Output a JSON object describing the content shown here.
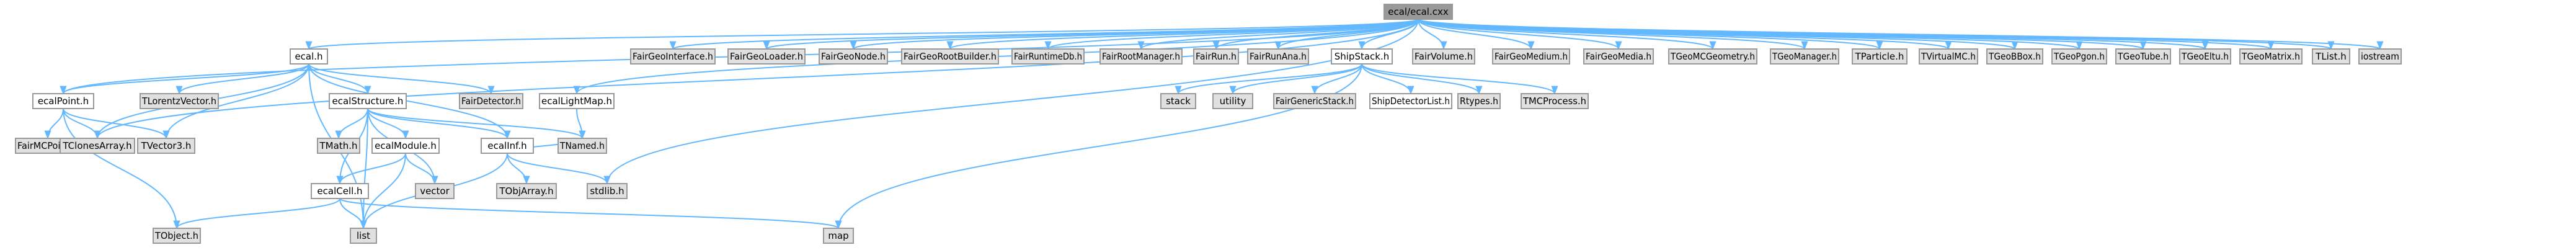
{
  "diagram": {
    "type": "include-dependency-graph",
    "colors": {
      "edge": "#63B8FF",
      "node_border": "#999999",
      "root_fill": "#999999",
      "doc_fill": "#ffffff",
      "external_fill": "#e0e0e0",
      "highlight_border": "#ff0000"
    },
    "nodes": [
      {
        "id": "root",
        "label": "ecal/ecal.cxx",
        "style": "root"
      },
      {
        "id": "ecal_h",
        "label": "ecal.h",
        "style": "doc"
      },
      {
        "id": "ecalPoint_h",
        "label": "ecalPoint.h",
        "style": "doc"
      },
      {
        "id": "FairMCPoint",
        "label": "FairMCPoint.h",
        "style": "external"
      },
      {
        "id": "TClonesArray",
        "label": "TClonesArray.h",
        "style": "external"
      },
      {
        "id": "TVector3",
        "label": "TVector3.h",
        "style": "external"
      },
      {
        "id": "TObject",
        "label": "TObject.h",
        "style": "external"
      },
      {
        "id": "TLorentzVector",
        "label": "TLorentzVector.h",
        "style": "external"
      },
      {
        "id": "ecalStructure_h",
        "label": "ecalStructure.h",
        "style": "doc"
      },
      {
        "id": "TMath",
        "label": "TMath.h",
        "style": "external"
      },
      {
        "id": "ecalModule_h",
        "label": "ecalModule.h",
        "style": "doc"
      },
      {
        "id": "ecalCell_h",
        "label": "ecalCell.h",
        "style": "highlight"
      },
      {
        "id": "list",
        "label": "list",
        "style": "external"
      },
      {
        "id": "vector",
        "label": "vector",
        "style": "external"
      },
      {
        "id": "ecalInf_h",
        "label": "ecalInf.h",
        "style": "highlight"
      },
      {
        "id": "TObjArray",
        "label": "TObjArray.h",
        "style": "external"
      },
      {
        "id": "TNamed",
        "label": "TNamed.h",
        "style": "external"
      },
      {
        "id": "FairDetector",
        "label": "FairDetector.h",
        "style": "external"
      },
      {
        "id": "ecalLightMap_h",
        "label": "ecalLightMap.h",
        "style": "doc"
      },
      {
        "id": "stdlib",
        "label": "stdlib.h",
        "style": "external"
      },
      {
        "id": "map",
        "label": "map",
        "style": "external"
      },
      {
        "id": "FairGeoInterface",
        "label": "FairGeoInterface.h",
        "style": "external"
      },
      {
        "id": "FairGeoLoader",
        "label": "FairGeoLoader.h",
        "style": "external"
      },
      {
        "id": "FairGeoNode",
        "label": "FairGeoNode.h",
        "style": "external"
      },
      {
        "id": "FairGeoRootBuilder",
        "label": "FairGeoRootBuilder.h",
        "style": "external"
      },
      {
        "id": "FairRuntimeDb",
        "label": "FairRuntimeDb.h",
        "style": "external"
      },
      {
        "id": "FairRootManager",
        "label": "FairRootManager.h",
        "style": "external"
      },
      {
        "id": "FairRun",
        "label": "FairRun.h",
        "style": "external"
      },
      {
        "id": "FairRunAna",
        "label": "FairRunAna.h",
        "style": "external"
      },
      {
        "id": "ShipStack_h",
        "label": "ShipStack.h",
        "style": "doc"
      },
      {
        "id": "stack",
        "label": "stack",
        "style": "external"
      },
      {
        "id": "utility",
        "label": "utility",
        "style": "external"
      },
      {
        "id": "FairGenericStack",
        "label": "FairGenericStack.h",
        "style": "external"
      },
      {
        "id": "ShipDetectorList",
        "label": "ShipDetectorList.h",
        "style": "doc"
      },
      {
        "id": "Rtypes",
        "label": "Rtypes.h",
        "style": "external"
      },
      {
        "id": "TMCProcess",
        "label": "TMCProcess.h",
        "style": "external"
      },
      {
        "id": "FairVolume",
        "label": "FairVolume.h",
        "style": "external"
      },
      {
        "id": "FairGeoMedium",
        "label": "FairGeoMedium.h",
        "style": "external"
      },
      {
        "id": "FairGeoMedia",
        "label": "FairGeoMedia.h",
        "style": "external"
      },
      {
        "id": "TGeoMCGeometry",
        "label": "TGeoMCGeometry.h",
        "style": "external"
      },
      {
        "id": "TGeoManager",
        "label": "TGeoManager.h",
        "style": "external"
      },
      {
        "id": "TParticle",
        "label": "TParticle.h",
        "style": "external"
      },
      {
        "id": "TVirtualMC",
        "label": "TVirtualMC.h",
        "style": "external"
      },
      {
        "id": "TGeoBBox",
        "label": "TGeoBBox.h",
        "style": "external"
      },
      {
        "id": "TGeoPgon",
        "label": "TGeoPgon.h",
        "style": "external"
      },
      {
        "id": "TGeoTube",
        "label": "TGeoTube.h",
        "style": "external"
      },
      {
        "id": "TGeoEltu",
        "label": "TGeoEltu.h",
        "style": "external"
      },
      {
        "id": "TGeoMatrix",
        "label": "TGeoMatrix.h",
        "style": "external"
      },
      {
        "id": "TList",
        "label": "TList.h",
        "style": "external"
      },
      {
        "id": "iostream",
        "label": "iostream",
        "style": "external"
      }
    ],
    "edges": [
      [
        "root",
        "ecal_h"
      ],
      [
        "root",
        "ecalPoint_h"
      ],
      [
        "root",
        "TClonesArray"
      ],
      [
        "root",
        "ecalLightMap_h"
      ],
      [
        "root",
        "stdlib"
      ],
      [
        "root",
        "FairGeoInterface"
      ],
      [
        "root",
        "FairGeoLoader"
      ],
      [
        "root",
        "FairGeoNode"
      ],
      [
        "root",
        "FairGeoRootBuilder"
      ],
      [
        "root",
        "FairRuntimeDb"
      ],
      [
        "root",
        "FairRootManager"
      ],
      [
        "root",
        "FairRun"
      ],
      [
        "root",
        "FairRunAna"
      ],
      [
        "root",
        "ShipStack_h"
      ],
      [
        "root",
        "FairVolume"
      ],
      [
        "root",
        "FairGeoMedium"
      ],
      [
        "root",
        "FairGeoMedia"
      ],
      [
        "root",
        "TGeoMCGeometry"
      ],
      [
        "root",
        "TGeoManager"
      ],
      [
        "root",
        "TParticle"
      ],
      [
        "root",
        "TVirtualMC"
      ],
      [
        "root",
        "TGeoBBox"
      ],
      [
        "root",
        "TGeoPgon"
      ],
      [
        "root",
        "TGeoTube"
      ],
      [
        "root",
        "TGeoEltu"
      ],
      [
        "root",
        "TGeoMatrix"
      ],
      [
        "root",
        "TList"
      ],
      [
        "root",
        "iostream"
      ],
      [
        "ecal_h",
        "ecalPoint_h"
      ],
      [
        "ecal_h",
        "TLorentzVector"
      ],
      [
        "ecal_h",
        "TClonesArray"
      ],
      [
        "ecal_h",
        "TVector3"
      ],
      [
        "ecal_h",
        "ecalStructure_h"
      ],
      [
        "ecal_h",
        "FairDetector"
      ],
      [
        "ecal_h",
        "ecalInf_h"
      ],
      [
        "ecal_h",
        "list"
      ],
      [
        "ecalPoint_h",
        "FairMCPoint"
      ],
      [
        "ecalPoint_h",
        "TClonesArray"
      ],
      [
        "ecalPoint_h",
        "TVector3"
      ],
      [
        "ecalPoint_h",
        "TObject"
      ],
      [
        "ecalStructure_h",
        "TMath"
      ],
      [
        "ecalStructure_h",
        "ecalModule_h"
      ],
      [
        "ecalStructure_h",
        "ecalCell_h"
      ],
      [
        "ecalStructure_h",
        "ecalInf_h"
      ],
      [
        "ecalStructure_h",
        "TNamed"
      ],
      [
        "ecalStructure_h",
        "vector"
      ],
      [
        "ecalStructure_h",
        "list"
      ],
      [
        "ecalModule_h",
        "ecalCell_h"
      ],
      [
        "ecalModule_h",
        "list"
      ],
      [
        "ecalModule_h",
        "vector"
      ],
      [
        "ecalCell_h",
        "TObject"
      ],
      [
        "ecalCell_h",
        "list"
      ],
      [
        "ecalCell_h",
        "map"
      ],
      [
        "ecalInf_h",
        "TObjArray"
      ],
      [
        "ecalInf_h",
        "TNamed"
      ],
      [
        "ecalInf_h",
        "stdlib"
      ],
      [
        "ecalInf_h",
        "list"
      ],
      [
        "ecalLightMap_h",
        "TNamed"
      ],
      [
        "ShipStack_h",
        "stack"
      ],
      [
        "ShipStack_h",
        "utility"
      ],
      [
        "ShipStack_h",
        "FairGenericStack"
      ],
      [
        "ShipStack_h",
        "ShipDetectorList"
      ],
      [
        "ShipStack_h",
        "Rtypes"
      ],
      [
        "ShipStack_h",
        "TMCProcess"
      ],
      [
        "ShipStack_h",
        "map"
      ]
    ]
  }
}
